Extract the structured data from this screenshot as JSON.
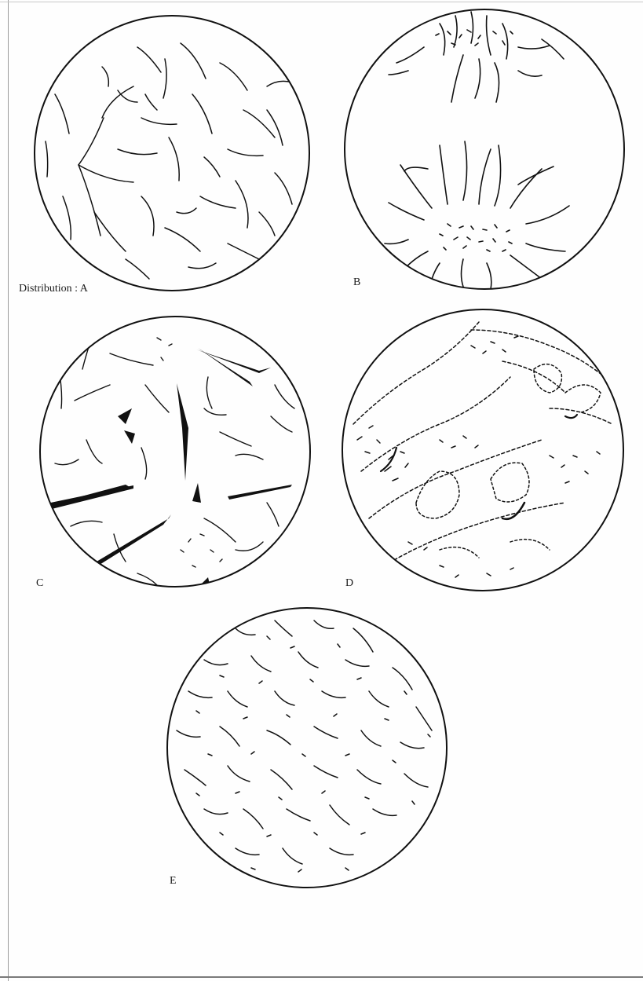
{
  "labels": {
    "a": "Distribution : A",
    "b": "B",
    "c": "C",
    "d": "D",
    "e": "E"
  },
  "colors": {
    "ink": "#111111",
    "paper": "#fefefe"
  }
}
